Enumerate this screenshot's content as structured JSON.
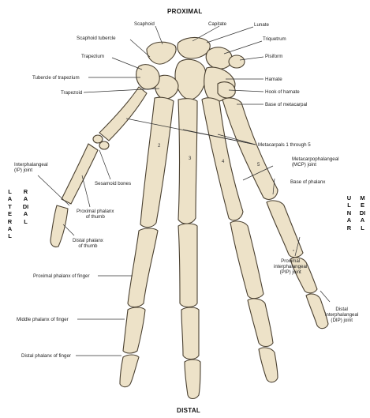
{
  "orientation": {
    "top": "PROXIMAL",
    "bottom": "DISTAL",
    "left_outer": "LATERAL",
    "left_inner": "RADIAL",
    "right_outer": "MEDIAL",
    "right_inner": "ULNAR"
  },
  "labels": {
    "scaphoid": "Scaphoid",
    "capitate": "Capitate",
    "lunate": "Lunate",
    "scaphoid_tubercle": "Scaphoid tubercle",
    "triquetrum": "Triquetrum",
    "trapezium": "Trapezium",
    "pisiform": "Pisiform",
    "tubercle_of_trapezium": "Tubercle of trapezium",
    "hamate": "Hamate",
    "trapezoid": "Trapezoid",
    "hook_of_hamate": "Hook of hamate",
    "base_of_metacarpal": "Base of metacarpal",
    "metacarpals": "Metacarpals 1 through 5",
    "ip_joint": "Interphalangeal\n(IP) joint",
    "mcp_joint": "Metacarpophalangeal\n(MCP) joint",
    "sesamoid": "Sesamoid bones",
    "base_of_phalanx": "Base of phalanx",
    "proximal_thumb": "Proximal phalanx\nof thumb",
    "distal_thumb": "Distal phalanx\nof thumb",
    "proximal_finger": "Proximal phalanx of finger",
    "pip_joint": "Proximal\ninterphalangeal\n(PIP) joint",
    "middle_finger": "Middle phalanx of finger",
    "dip_joint": "Distal\ninterphalangeal\n(DIP) joint",
    "distal_finger": "Distal phalanx of finger"
  },
  "metacarpal_numbers": [
    "2",
    "3",
    "4",
    "5"
  ],
  "colors": {
    "bone_fill": "#ede2c8",
    "bone_outline": "#4a4030",
    "leader_line": "#333333"
  }
}
